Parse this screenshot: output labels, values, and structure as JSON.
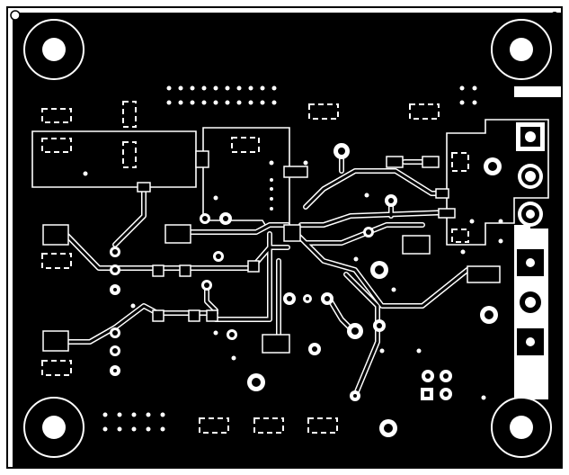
{
  "board": {
    "view": "pcb-copper-layer",
    "colors": {
      "copper": "#000000",
      "background": "#ffffff",
      "outline": "#000000"
    }
  },
  "mounting_holes": 4,
  "connectors": {
    "right_edge_terminals": 6,
    "terminal_shape": [
      "square",
      "round",
      "square",
      "square",
      "round",
      "square"
    ]
  },
  "header_rows": {
    "top_header": {
      "rows": 2,
      "pins_per_row": 10
    },
    "top_right_header": {
      "rows": 2,
      "pins_per_row": 2
    },
    "bottom_left_header": {
      "rows": 2,
      "pins_per_row": 5
    }
  }
}
